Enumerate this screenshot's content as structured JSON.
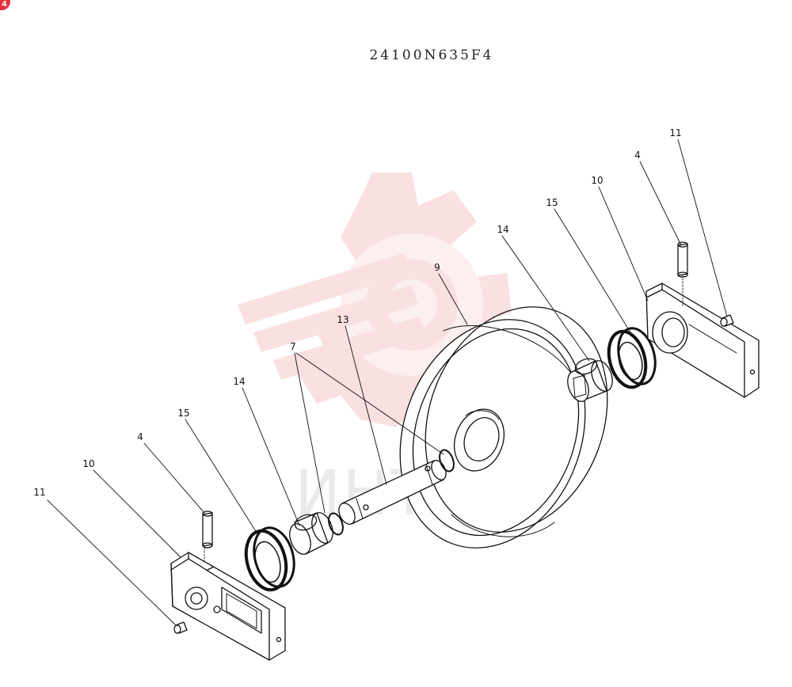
{
  "diagram": {
    "part_number": "24100N635F4",
    "corner_badge": "4",
    "watermark_text": "ИНТЕХ",
    "callouts": [
      {
        "id": "c-11-left",
        "label": "11"
      },
      {
        "id": "c-10-left",
        "label": "10"
      },
      {
        "id": "c-4-left",
        "label": "4"
      },
      {
        "id": "c-15-left",
        "label": "15"
      },
      {
        "id": "c-14-left",
        "label": "14"
      },
      {
        "id": "c-7",
        "label": "7"
      },
      {
        "id": "c-13",
        "label": "13"
      },
      {
        "id": "c-9",
        "label": "9"
      },
      {
        "id": "c-14-right",
        "label": "14"
      },
      {
        "id": "c-15-right",
        "label": "15"
      },
      {
        "id": "c-10-right",
        "label": "10"
      },
      {
        "id": "c-4-right",
        "label": "4"
      },
      {
        "id": "c-11-right",
        "label": "11"
      }
    ]
  }
}
